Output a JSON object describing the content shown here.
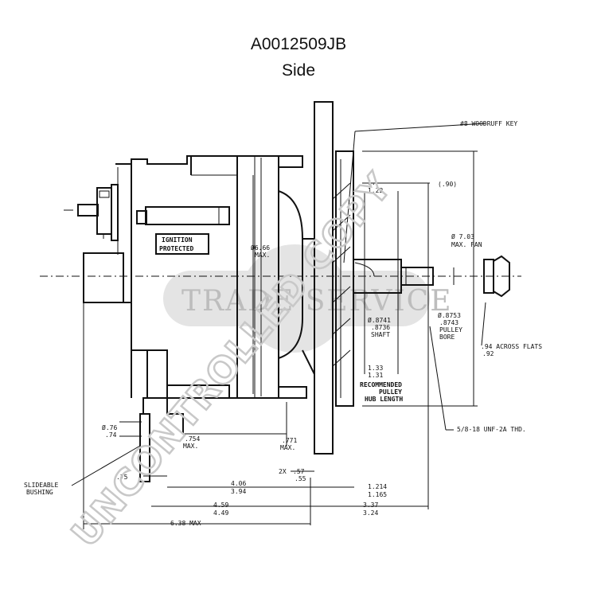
{
  "header": {
    "title": "A0012509JB",
    "subtitle": "Side"
  },
  "labels": {
    "woodruff_key": "#8 WOODRUFF KEY",
    "dim_122_a": "1.",
    "dim_122_b": "1.22",
    "dim_090": "(.90)",
    "fan_dia_a": "Ø 7.03",
    "fan_dia_b": "MAX. FAN",
    "ignition_1": "IGNITION",
    "ignition_2": "PROTECTED",
    "body_dia_a": "Ø6.66",
    "body_dia_b": "MAX.",
    "shaft_a": "Ø.8741",
    "shaft_b": ".8736",
    "shaft_c": "SHAFT",
    "bore_a": "Ø.8753",
    "bore_b": ".8743",
    "bore_c": "PULLEY",
    "bore_d": "BORE",
    "flats_a": ".94 ACROSS FLATS",
    "flats_b": ".92",
    "hub_a": "1.33",
    "hub_b": "1.31",
    "hub_c": "RECOMMENDED",
    "hub_d": "PULLEY",
    "hub_e": "HUB LENGTH",
    "thread": "5/8-18 UNF-2A THD.",
    "mount_dia_a": "Ø.76",
    "mount_dia_b": ".74",
    "d754_a": ".754",
    "d754_b": "MAX.",
    "d771_a": ".771",
    "d771_b": "MAX.",
    "d57_prefix": "2X",
    "d57_a": ".57",
    "d57_b": ".55",
    "bushing_a": "SLIDEABLE",
    "bushing_b": "BUSHING",
    "d75": ".75",
    "d406_a": "4.06",
    "d406_b": "3.94",
    "d1214_a": "1.214",
    "d1214_b": "1.165",
    "d459_a": "4.59",
    "d459_b": "4.49",
    "d337_a": "3.37",
    "d337_b": "3.24",
    "d638": "6.38 MAX"
  },
  "watermark": {
    "logo": "TRADE SERVICE",
    "diagonal": "UNCONTROLLED COPY"
  }
}
